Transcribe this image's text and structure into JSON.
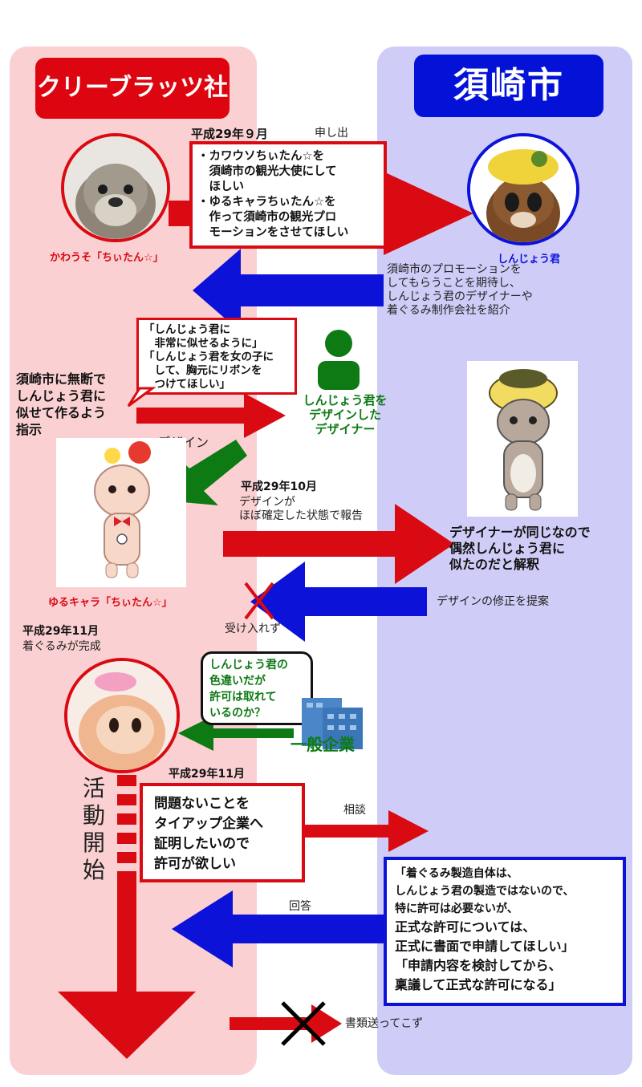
{
  "headers": {
    "left": "クリーブラッツ社",
    "right": "須崎市"
  },
  "step1": {
    "date": "平成29年９月",
    "arrow_label": "申し出",
    "request_lines": [
      "・カワウソちぃたん☆を",
      "　須崎市の観光大使にして",
      "　ほしい",
      "・ゆるキャラちぃたん☆を",
      "　作って須崎市の観光プロ",
      "　モーションをさせてほしい"
    ],
    "left_caption": "かわうそ「ちぃたん☆」",
    "right_caption": "しんじょう君"
  },
  "step2": {
    "reply": "須崎市のプロモーションを\nしてもらうことを期待し、\nしんじょう君のデザイナーや\n着ぐるみ制作会社を紹介"
  },
  "step3": {
    "instruction": "須崎市に無断で\nしんじょう君に\n似せて作るよう\n指示",
    "speech": "「しんじょう君に\n　非常に似せるように」\n「しんじょう君を女の子に\n　して、胸元にリボンを\n　つけてほしい」",
    "designer": "しんじょう君を\nデザインした\nデザイナー",
    "design_label": "デザイン",
    "char_caption": "ゆるキャラ「ちぃたん☆」"
  },
  "step4": {
    "date": "平成29年10月",
    "report": "デザインが\nほぼ確定した状態で報告",
    "interpretation": "デザイナーが同じなので\n偶然しんじょう君に\n似たのだと解釈",
    "proposal": "デザインの修正を提案",
    "rejected": "受け入れず"
  },
  "step5": {
    "date": "平成29年11月",
    "note": "着ぐるみが完成",
    "question": "しんじょう君の\n色違いだが\n許可は取れて\nいるのか？",
    "company": "一般企業",
    "active_label": "活\n動\n開\n始"
  },
  "step6": {
    "date": "平成29年11月",
    "request": "問題ないことを\nタイアップ企業へ\n証明したいので\n許可が欲しい",
    "consult": "相談",
    "answer_label": "回答",
    "answer_lines": [
      "「着ぐるみ製造自体は、",
      "しんじょう君の製造ではないので、",
      "特に許可は必要ないが、",
      "正式な許可については、",
      "正式に書面で申請してほしい」",
      "「申請内容を検討してから、",
      "稟議して正式な許可になる」"
    ],
    "not_sent": "書類送ってこず"
  },
  "colors": {
    "red": "#d90a12",
    "blue": "#0c12d8",
    "green": "#0d7a14",
    "lane_left": "#fbd0d2",
    "lane_right": "#cfcdf7"
  }
}
